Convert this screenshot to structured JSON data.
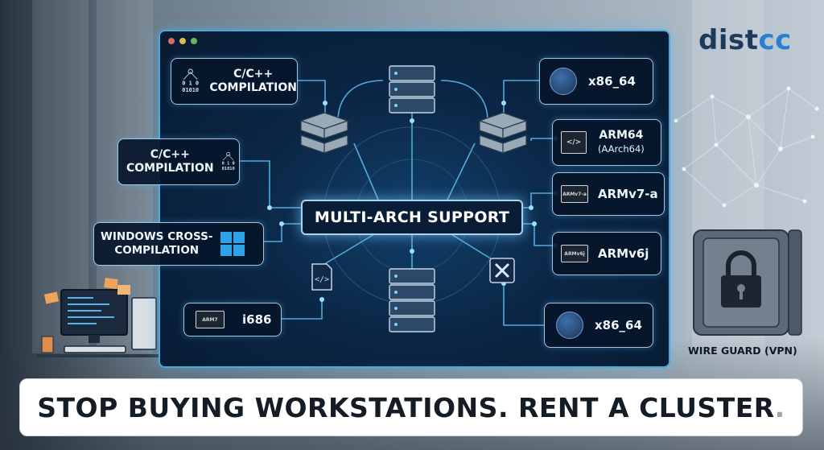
{
  "brand": {
    "name_part1": "dist",
    "name_part2": "cc",
    "color_primary": "#1e3a5a",
    "color_accent": "#2a7fd4"
  },
  "diagram": {
    "center_label": "MULTI-ARCH SUPPORT",
    "left_nodes": [
      {
        "id": "cpp-top",
        "line1": "C/C++",
        "line2": "COMPILATION",
        "icon": "binary-tree-icon"
      },
      {
        "id": "cpp-mid",
        "line1": "C/C++",
        "line2": "COMPILATION",
        "icon": "binary-tree-icon"
      },
      {
        "id": "win-cross",
        "line1": "WINDOWS CROSS-",
        "line2": "COMPILATION",
        "icon": "windows-logo-icon"
      },
      {
        "id": "i686",
        "line1": "i686",
        "icon": "chip-icon",
        "chip_text": "ARM7"
      }
    ],
    "right_nodes": [
      {
        "id": "x86-top",
        "line1": "x86_64",
        "icon": "arch-badge-icon"
      },
      {
        "id": "arm64",
        "line1": "ARM64",
        "line2": "(AArch64)",
        "icon": "code-chip-icon"
      },
      {
        "id": "armv7",
        "line1": "ARMv7-a",
        "icon": "chip-icon",
        "chip_text": "ARMv7-a"
      },
      {
        "id": "armv6",
        "line1": "ARMv6j",
        "icon": "chip-icon",
        "chip_text": "ARMv6j"
      },
      {
        "id": "x86-bottom",
        "line1": "x86_64",
        "icon": "arch-badge-icon"
      }
    ],
    "colors": {
      "panel": "#071a31",
      "glow": "#4ea8d8",
      "wire": "#5ab8ec"
    }
  },
  "vpn": {
    "label": "WIRE GUARD (VPN)",
    "icon": "padlock-safe-icon"
  },
  "headline": {
    "text": "STOP BUYING WORKSTATIONS. RENT A CLUSTER",
    "period": "."
  }
}
